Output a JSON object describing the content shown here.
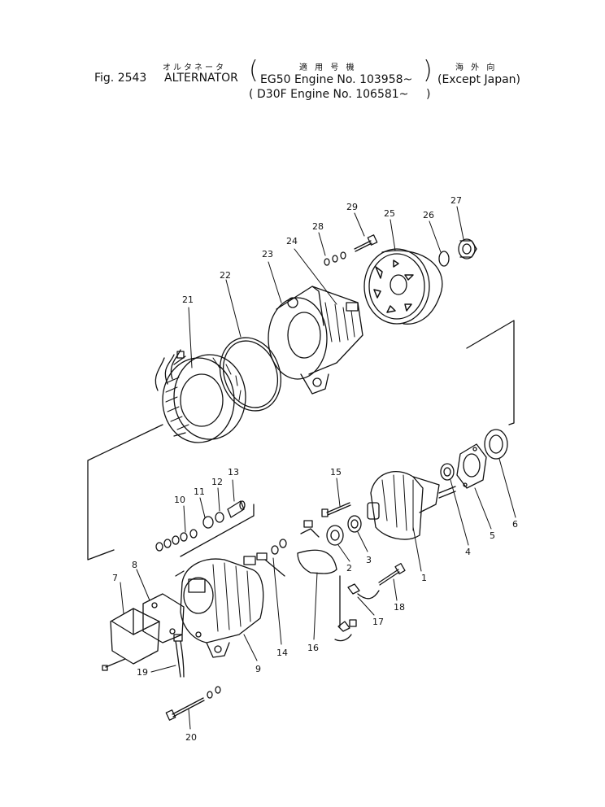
{
  "header": {
    "fig_label": "Fig. 2543",
    "jp_title": "オルタネータ",
    "title": "ALTERNATOR",
    "jp_applicable": "適 用 号 機",
    "engine_line_1": "EG50 Engine No. 103958~",
    "engine_line_2": "D30F Engine No. 106581~",
    "jp_region": "海 外 向",
    "region": "(Except Japan)",
    "paren_open": "(",
    "paren_close": ")",
    "line2_open": "(",
    "line2_close": ")"
  },
  "callouts": [
    "1",
    "2",
    "3",
    "4",
    "5",
    "6",
    "7",
    "8",
    "9",
    "10",
    "11",
    "12",
    "13",
    "14",
    "15",
    "16",
    "17",
    "18",
    "19",
    "20",
    "21",
    "22",
    "23",
    "24",
    "25",
    "26",
    "27",
    "28",
    "29"
  ]
}
